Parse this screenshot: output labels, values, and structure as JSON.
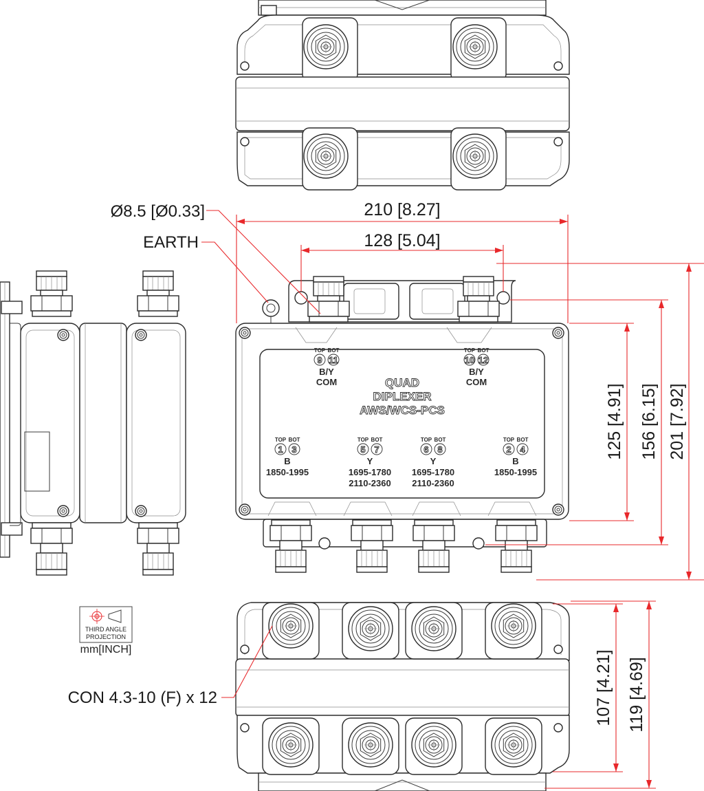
{
  "dimensions": {
    "width_overall": "210 [8.27]",
    "mount_spacing": "128 [5.04]",
    "hole_dia": "Ø8.5 [Ø0.33]",
    "height_body": "125 [4.91]",
    "height_mount": "156 [6.15]",
    "height_overall": "201 [7.92]",
    "depth_body": "107 [4.21]",
    "depth_overall": "119 [4.69]"
  },
  "callouts": {
    "earth": "EARTH",
    "connectors": "CON 4.3-10 (F) x 12"
  },
  "projection": {
    "line1": "THIRD ANGLE",
    "line2": "PROJECTION",
    "units": "mm[INCH]"
  },
  "label_plate": {
    "title_1": "QUAD",
    "title_2": "DIPLEXER",
    "title_3": "AWS/WCS-PCS",
    "top": "TOP",
    "bot": "BOT",
    "com": "COM",
    "ports_top": [
      {
        "top_no": "9",
        "bot_no": "11",
        "band": "B/Y"
      },
      {
        "top_no": "10",
        "bot_no": "12",
        "band": "B/Y"
      }
    ],
    "ports_bottom": [
      {
        "top_no": "1",
        "bot_no": "3",
        "band": "B",
        "freq_1": "1850-1995",
        "freq_2": ""
      },
      {
        "top_no": "5",
        "bot_no": "7",
        "band": "Y",
        "freq_1": "1695-1780",
        "freq_2": "2110-2360"
      },
      {
        "top_no": "6",
        "bot_no": "8",
        "band": "Y",
        "freq_1": "1695-1780",
        "freq_2": "2110-2360"
      },
      {
        "top_no": "2",
        "bot_no": "4",
        "band": "B",
        "freq_1": "1850-1995",
        "freq_2": ""
      }
    ]
  },
  "colors": {
    "dimension_lines": "#e8282b",
    "outline": "#2b2b2b",
    "background": "#ffffff"
  }
}
